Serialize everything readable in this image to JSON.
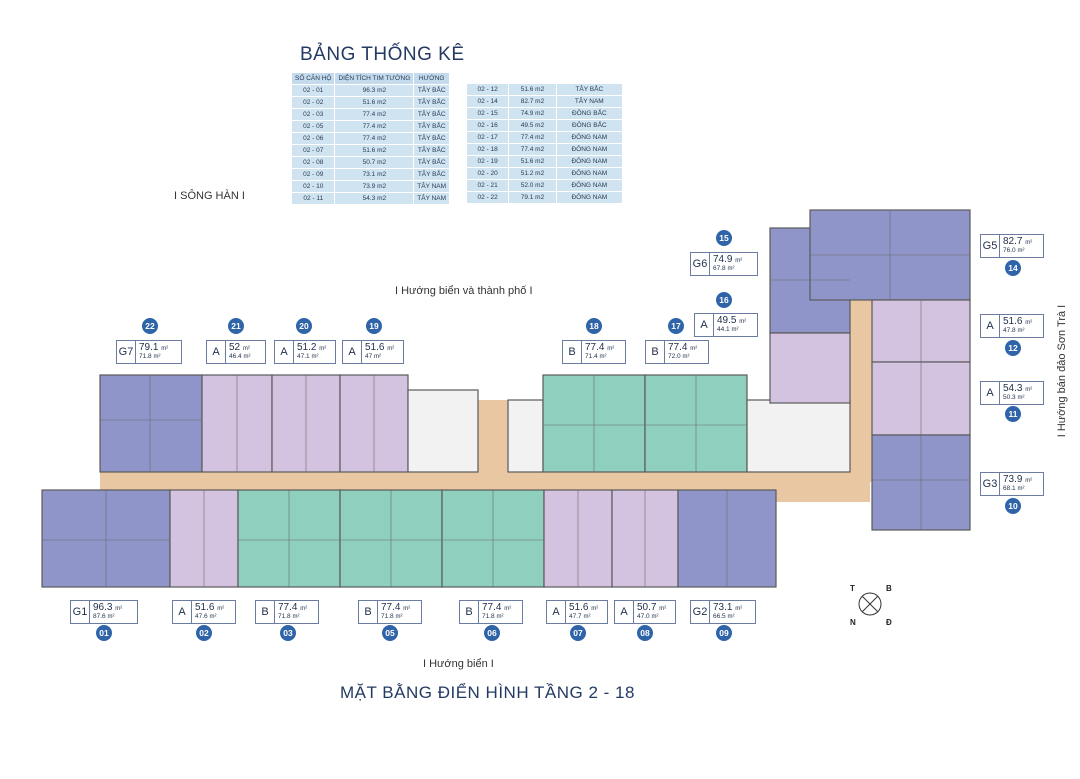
{
  "title_top": "BẢNG THỐNG KÊ",
  "title_bottom": "MẶT BẰNG ĐIỂN HÌNH TẦNG 2 - 18",
  "directions": {
    "song_han": "I SÔNG HÀN I",
    "bien_thanh_pho": "I Hướng biển và thành phố I",
    "bien": "I Hướng biển I",
    "son_tra": "I Hướng bán đảo Sơn Trà I"
  },
  "stats_table": {
    "headers": [
      "SỐ CĂN HỘ",
      "DIỆN TÍCH TIM TƯỜNG",
      "HƯỚNG"
    ],
    "left_rows": [
      [
        "02 - 01",
        "96.3 m2",
        "TÂY BẮC"
      ],
      [
        "02 - 02",
        "51.6 m2",
        "TÂY BẮC"
      ],
      [
        "02 - 03",
        "77.4 m2",
        "TÂY BẮC"
      ],
      [
        "02 - 05",
        "77.4 m2",
        "TÂY BẮC"
      ],
      [
        "02 - 06",
        "77.4 m2",
        "TÂY BẮC"
      ],
      [
        "02 - 07",
        "51.6 m2",
        "TÂY BẮC"
      ],
      [
        "02 - 08",
        "50.7 m2",
        "TÂY BẮC"
      ],
      [
        "02 - 09",
        "73.1 m2",
        "TÂY BẮC"
      ],
      [
        "02 - 10",
        "73.9 m2",
        "TÂY NAM"
      ],
      [
        "02 - 11",
        "54.3 m2",
        "TÂY NAM"
      ]
    ],
    "right_rows": [
      [
        "02 - 12",
        "51.6 m2",
        "TÂY BẮC"
      ],
      [
        "02 - 14",
        "82.7 m2",
        "TÂY NAM"
      ],
      [
        "02 - 15",
        "74.9 m2",
        "ĐÔNG BẮC"
      ],
      [
        "02 - 16",
        "49.5 m2",
        "ĐÔNG BẮC"
      ],
      [
        "02 - 17",
        "77.4 m2",
        "ĐÔNG NAM"
      ],
      [
        "02 - 18",
        "77.4 m2",
        "ĐÔNG NAM"
      ],
      [
        "02 - 19",
        "51.6 m2",
        "ĐÔNG NAM"
      ],
      [
        "02 - 20",
        "51.2 m2",
        "ĐÔNG NAM"
      ],
      [
        "02 - 21",
        "52.0 m2",
        "ĐÔNG NAM"
      ],
      [
        "02 - 22",
        "79.1 m2",
        "ĐÔNG NAM"
      ]
    ]
  },
  "units": [
    {
      "num": "22",
      "type": "G7",
      "a1": "79.1",
      "a2": "71.8"
    },
    {
      "num": "21",
      "type": "A",
      "a1": "52",
      "a2": "46.4"
    },
    {
      "num": "20",
      "type": "A",
      "a1": "51.2",
      "a2": "47.1"
    },
    {
      "num": "19",
      "type": "A",
      "a1": "51.6",
      "a2": "47"
    },
    {
      "num": "18",
      "type": "B",
      "a1": "77.4",
      "a2": "71.4"
    },
    {
      "num": "17",
      "type": "B",
      "a1": "77.4",
      "a2": "72.0"
    },
    {
      "num": "16",
      "type": "A",
      "a1": "49.5",
      "a2": "44.1"
    },
    {
      "num": "15",
      "type": "G6",
      "a1": "74.9",
      "a2": "67.8"
    },
    {
      "num": "14",
      "type": "G5",
      "a1": "82.7",
      "a2": "76.0"
    },
    {
      "num": "12",
      "type": "A",
      "a1": "51.6",
      "a2": "47.8"
    },
    {
      "num": "11",
      "type": "A",
      "a1": "54.3",
      "a2": "50.3"
    },
    {
      "num": "10",
      "type": "G3",
      "a1": "73.9",
      "a2": "68.1"
    },
    {
      "num": "01",
      "type": "G1",
      "a1": "96.3",
      "a2": "87.6"
    },
    {
      "num": "02",
      "type": "A",
      "a1": "51.6",
      "a2": "47.6"
    },
    {
      "num": "03",
      "type": "B",
      "a1": "77.4",
      "a2": "71.8"
    },
    {
      "num": "05",
      "type": "B",
      "a1": "77.4",
      "a2": "71.8"
    },
    {
      "num": "06",
      "type": "B",
      "a1": "77.4",
      "a2": "71.8"
    },
    {
      "num": "07",
      "type": "A",
      "a1": "51.6",
      "a2": "47.7"
    },
    {
      "num": "08",
      "type": "A",
      "a1": "50.7",
      "a2": "47.0"
    },
    {
      "num": "09",
      "type": "G2",
      "a1": "73.1",
      "a2": "66.5"
    }
  ],
  "unit_suffix": "m²",
  "compass": {
    "t": "T",
    "b": "B",
    "n": "N",
    "d": "Đ"
  },
  "colors": {
    "type_g": "#8f95c9",
    "type_a": "#d4c3e0",
    "type_b": "#8fcfbe",
    "corridor": "#e9c7a3",
    "badge": "#2f64a8",
    "table_bg": "#cfe3f1"
  }
}
